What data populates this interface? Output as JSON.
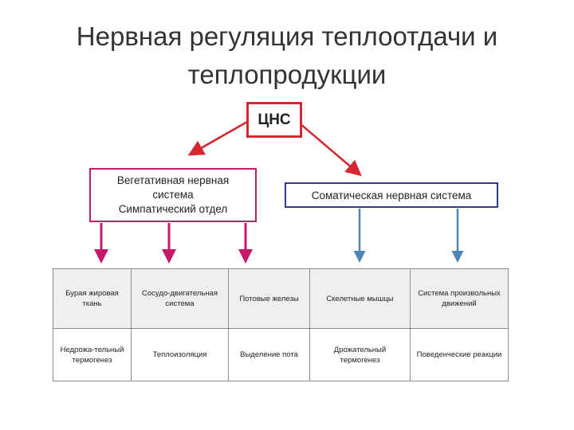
{
  "title": "Нервная регуляция теплоотдачи и теплопродукции",
  "cns_label": "ЦНС",
  "vegetative": {
    "line1": "Вегетативная нервная",
    "line2": "система",
    "line3": "Симпатический отдел"
  },
  "somatic_label": "Соматическая нервная система",
  "table": {
    "row1": [
      "Бурая жировая ткань",
      "Сосудо-двигательная система",
      "Потовые железы",
      "Скелетные мышцы",
      "Система произвольных движений"
    ],
    "row2": [
      "Недрожа-тельный термогенез",
      "Теплоизоляция",
      "Выделение пота",
      "Дрожательный термогенез",
      "Поведенческие реакции"
    ]
  },
  "colors": {
    "red": "#d7262e",
    "magenta": "#c9176b",
    "blue": "#2e3c8c",
    "steel_blue": "#4a86b8"
  }
}
